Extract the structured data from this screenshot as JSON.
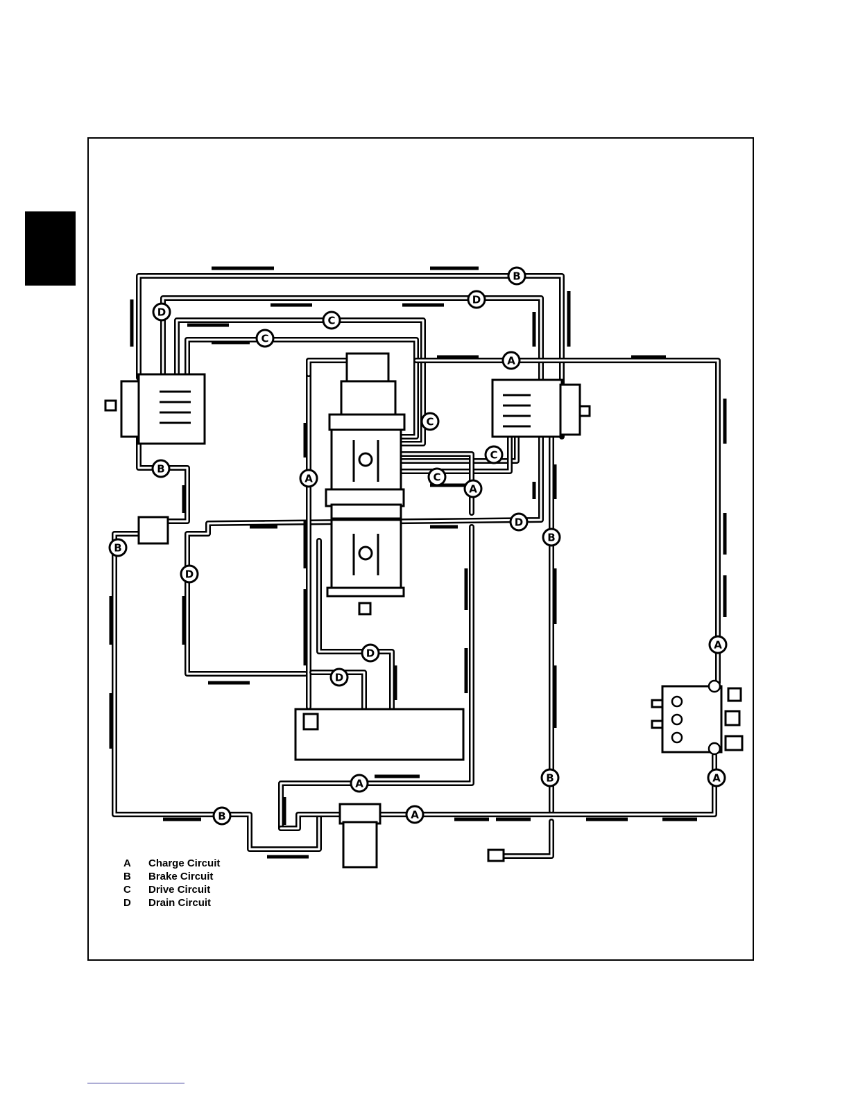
{
  "legend": [
    {
      "key": "A",
      "label": "Charge Circuit"
    },
    {
      "key": "B",
      "label": "Brake Circuit"
    },
    {
      "key": "C",
      "label": "Drive Circuit"
    },
    {
      "key": "D",
      "label": "Drain Circuit"
    }
  ],
  "callout_letters": [
    "A",
    "B",
    "C",
    "D"
  ],
  "colors": {
    "line": "#000000",
    "background": "#ffffff"
  }
}
